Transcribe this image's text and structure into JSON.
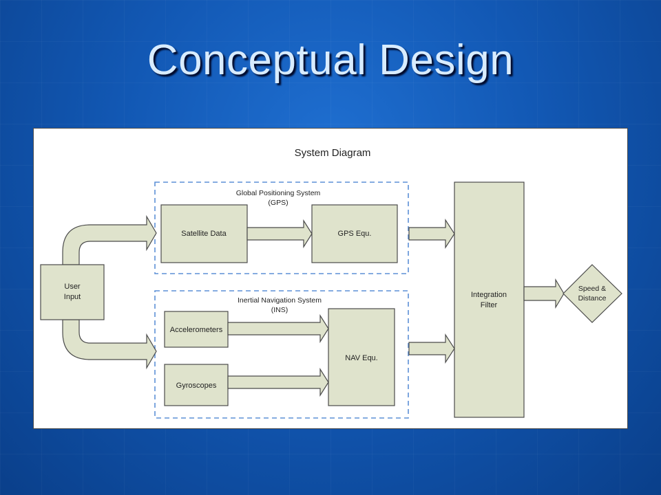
{
  "slide": {
    "title": "Conceptual Design"
  },
  "diagram": {
    "title": "System Diagram",
    "gps_group": {
      "label_line1": "Global Positioning System",
      "label_line2": "(GPS)"
    },
    "ins_group": {
      "label_line1": "Inertial Navigation System",
      "label_line2": "(INS)"
    },
    "nodes": {
      "user_input": {
        "line1": "User",
        "line2": "Input"
      },
      "satellite_data": "Satellite Data",
      "gps_equ": "GPS Equ.",
      "accelerometers": "Accelerometers",
      "gyroscopes": "Gyroscopes",
      "nav_equ": "NAV Equ.",
      "integration_filter": {
        "line1": "Integration",
        "line2": "Filter"
      },
      "speed_distance": {
        "line1": "Speed &",
        "line2": "Distance"
      }
    },
    "colors": {
      "box_fill": "#dfe3cc",
      "box_stroke": "#4a4a4a",
      "group_border": "#5b8fd6"
    }
  }
}
